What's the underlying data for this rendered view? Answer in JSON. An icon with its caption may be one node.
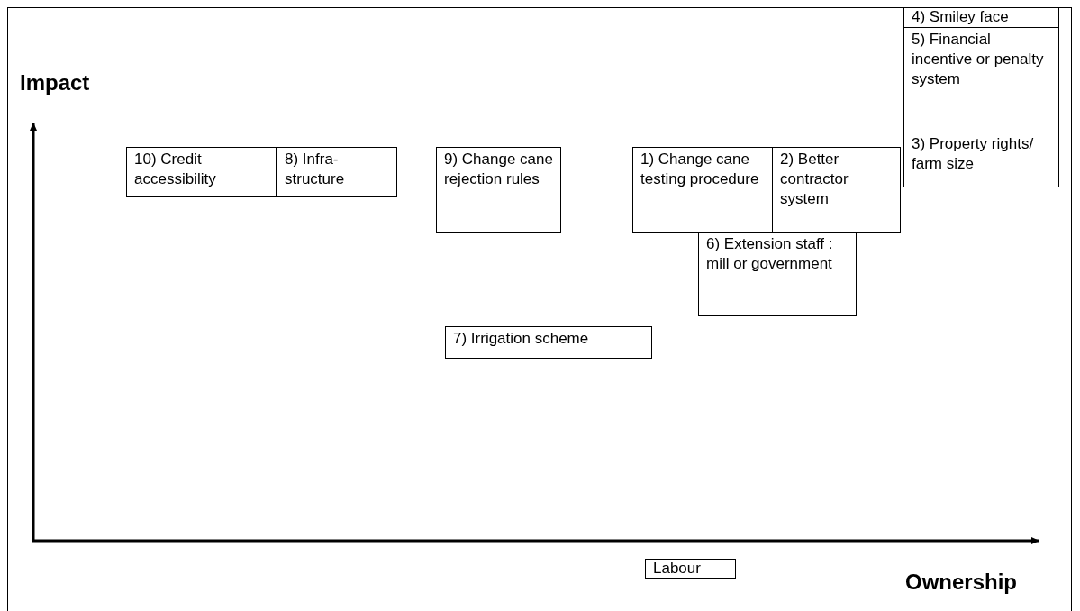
{
  "diagram": {
    "nodes": [
      {
        "text": [
          "4) Smiley face"
        ]
      },
      {
        "text": [
          "5) Financial incentive or penalty system"
        ]
      },
      {
        "text": [
          "3) Property rights/ farm size"
        ]
      },
      {
        "text": [
          "10) Credit accessibility"
        ]
      },
      {
        "text": [
          "8) Infra-structure"
        ]
      },
      {
        "text": [
          "9) Change cane rejection rules"
        ]
      },
      {
        "text": [
          "1) Change cane testing procedure"
        ]
      },
      {
        "text": [
          "2) Better contractor system"
        ]
      },
      {
        "text": [
          "6) Extension staff : mill or government"
        ]
      },
      {
        "text": [
          "7) Irrigation scheme"
        ]
      },
      {
        "text": [
          "Labour"
        ]
      }
    ],
    "labels": [
      "Impact",
      "Ownership"
    ]
  }
}
